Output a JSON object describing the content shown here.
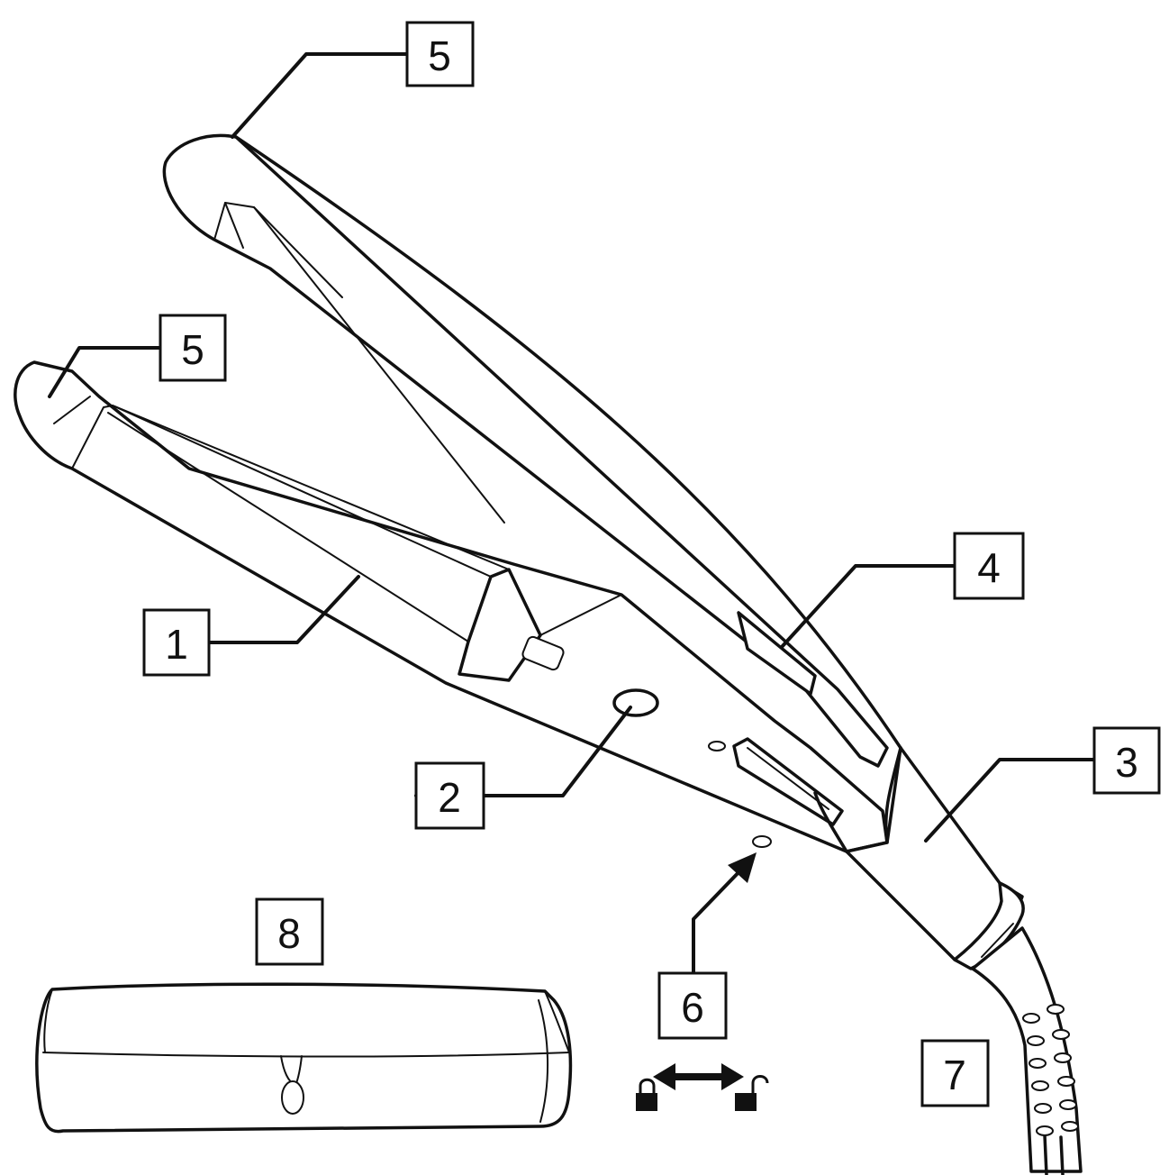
{
  "callouts": [
    {
      "id": "plate-lower",
      "label": "1"
    },
    {
      "id": "power-button",
      "label": "2"
    },
    {
      "id": "handle-swivel",
      "label": "3"
    },
    {
      "id": "indicator-light",
      "label": "4"
    },
    {
      "id": "cool-tip-upper",
      "label": "5"
    },
    {
      "id": "cool-tip-lower",
      "label": "5"
    },
    {
      "id": "lock-switch",
      "label": "6"
    },
    {
      "id": "cord",
      "label": "7"
    },
    {
      "id": "storage-pouch",
      "label": "8"
    }
  ],
  "icons": {
    "locked": "lock-closed-icon",
    "unlocked": "lock-open-icon",
    "direction": "double-arrow-icon"
  }
}
